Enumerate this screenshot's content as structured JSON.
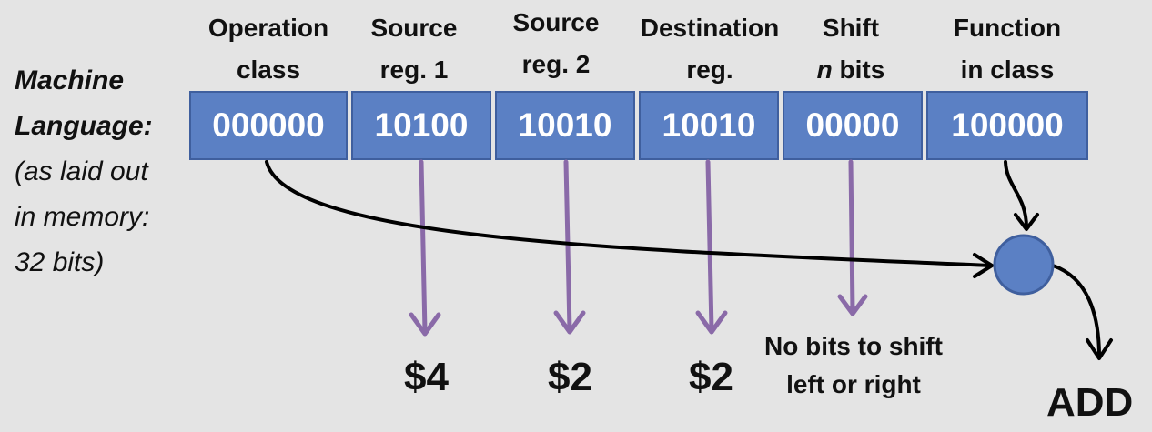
{
  "headers": {
    "op_class": [
      "Operation",
      "class"
    ],
    "src1": [
      "Source",
      "reg. 1"
    ],
    "src2": [
      "Source",
      "reg. 2"
    ],
    "dest": [
      "Destination",
      "reg."
    ],
    "shift_line1": "Shift",
    "shift_n": "n",
    "shift_bits": " bits",
    "func": [
      "Function",
      "in class"
    ]
  },
  "fields": {
    "op_class": "000000",
    "src1": "10100",
    "src2": "10010",
    "dest": "10010",
    "shift": "00000",
    "func": "100000"
  },
  "sidebar": {
    "line1": "Machine",
    "line2": "Language:",
    "line3": "(as laid out",
    "line4": "in memory:",
    "line5": "32 bits)"
  },
  "results": {
    "src1": "$4",
    "src2": "$2",
    "dest": "$2",
    "shift_note_line1": "No bits to shift",
    "shift_note_line2": "left or right",
    "op": "ADD"
  },
  "colors": {
    "field_fill": "#5b80c4",
    "field_border": "#3f5f9e",
    "purple_arrow": "#8a6aa8",
    "black_arrow": "#000000"
  }
}
